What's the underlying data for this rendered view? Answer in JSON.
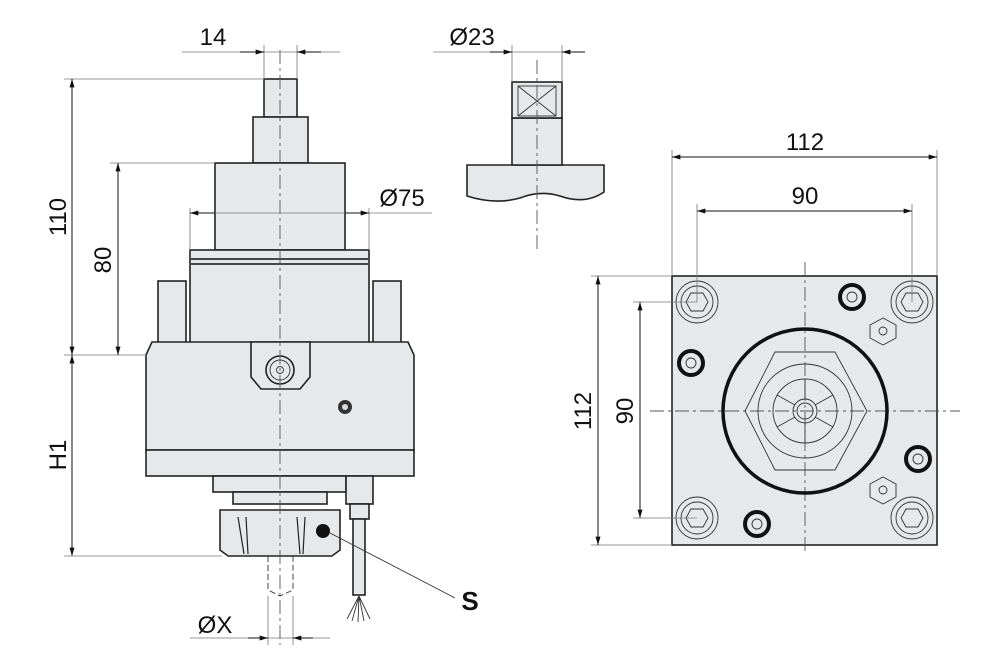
{
  "side_view": {
    "dim_shaft_width": "14",
    "dim_total_height": "110",
    "dim_body_height": "80",
    "dim_flange_diameter": "Ø75",
    "dim_h1": "H1",
    "dim_tool_diameter": "ØX",
    "label_s": "S"
  },
  "shaft_detail": {
    "dim_diameter": "Ø23"
  },
  "front_view": {
    "dim_plate_width": "112",
    "dim_bolt_spacing_x": "90",
    "dim_plate_height": "112",
    "dim_bolt_spacing_y": "90"
  }
}
